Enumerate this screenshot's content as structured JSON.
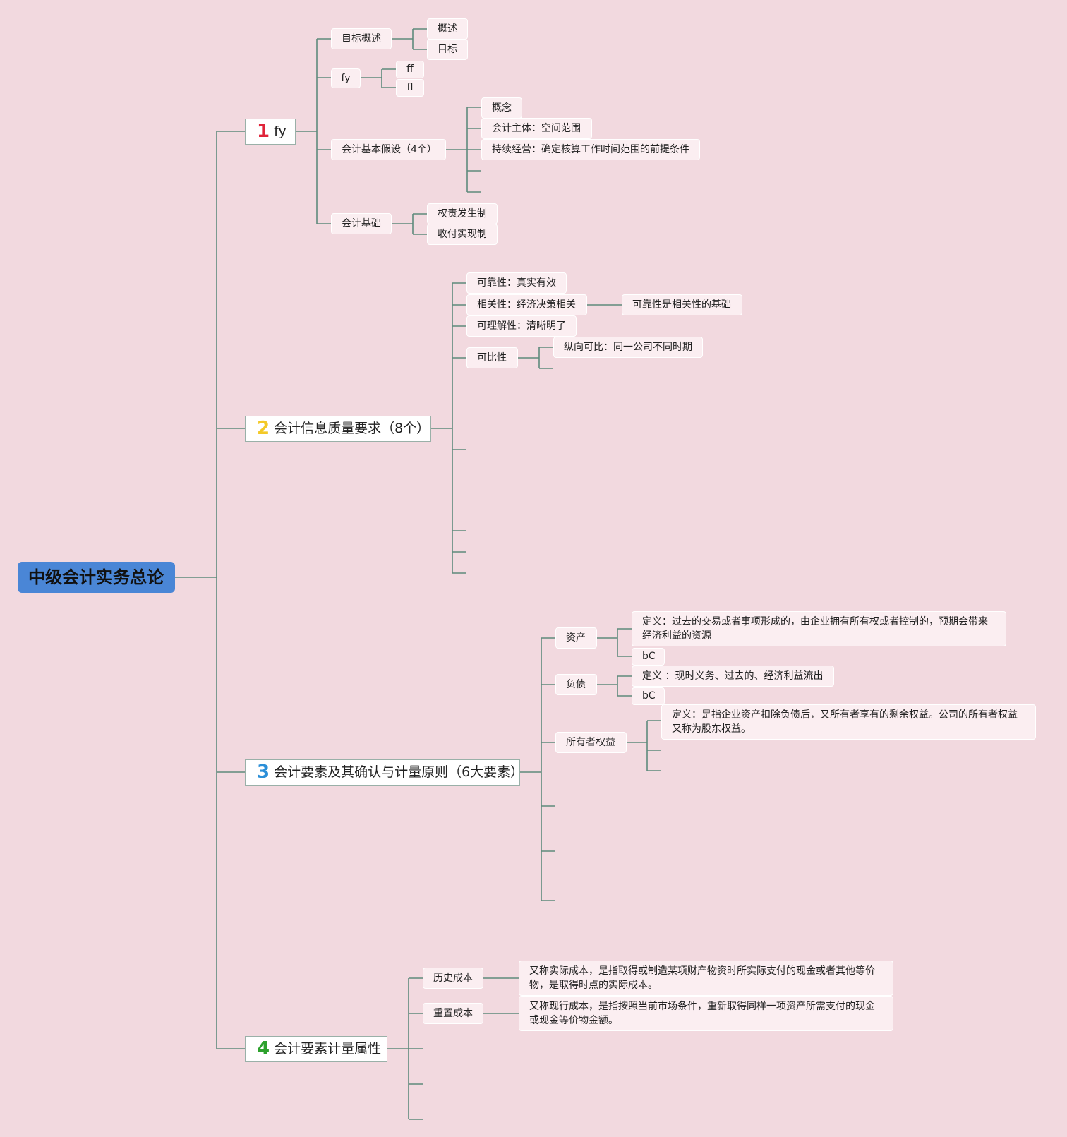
{
  "root": {
    "label": "中级会计实务总论"
  },
  "branches": [
    {
      "num": "1",
      "num_color": "#e0243a",
      "label": "fy"
    },
    {
      "num": "2",
      "num_color": "#f3c928",
      "label": "会计信息质量要求（8个）"
    },
    {
      "num": "3",
      "num_color": "#2b8fd8",
      "label": "会计要素及其确认与计量原则（6大要素）"
    },
    {
      "num": "4",
      "num_color": "#2da12d",
      "label": "会计要素计量属性"
    }
  ],
  "b1": {
    "goal": "目标概述",
    "goal_c1": "概述",
    "goal_c2": "目标",
    "fy": "fy",
    "fy_c1": "ff",
    "fy_c2": "fl",
    "assume": "会计基本假设（4个）",
    "assume_c1": "概念",
    "assume_c2": "会计主体：空间范围",
    "assume_c3": "持续经营：确定核算工作时间范围的前提条件",
    "basis": "会计基础",
    "basis_c1": "权责发生制",
    "basis_c2": "收付实现制"
  },
  "b2": {
    "q1": "可靠性：真实有效",
    "q2": "相关性：经济决策相关",
    "q2_c1": "可靠性是相关性的基础",
    "q3": "可理解性：清晰明了",
    "q4": "可比性",
    "q4_c1": "纵向可比：同一公司不同时期"
  },
  "b3": {
    "asset": "资产",
    "asset_def": "定义：过去的交易或者事项形成的，由企业拥有所有权或者控制的，预期会带来经济利益的资源",
    "asset_c2": "bC",
    "liab": "负债",
    "liab_def": "定义 ：现时义务、过去的、经济利益流出",
    "liab_c2": "bC",
    "equity": "所有者权益",
    "equity_def": "定义：是指企业资产扣除负债后，又所有者享有的剩余权益。公司的所有者权益又称为股东权益。"
  },
  "b4": {
    "hist": "历史成本",
    "hist_def": "又称实际成本，是指取得或制造某项财产物资时所实际支付的现金或者其他等价物，是取得时点的实际成本。",
    "repl": "重置成本",
    "repl_def": "又称现行成本，是指按照当前市场条件，重新取得同样一项资产所需支付的现金或现金等价物金额。"
  },
  "colors": {
    "background": "#f2d9df",
    "connector": "#5e8a7c",
    "root_fill": "#4a86d6",
    "node_fill": "#fbeef1"
  }
}
